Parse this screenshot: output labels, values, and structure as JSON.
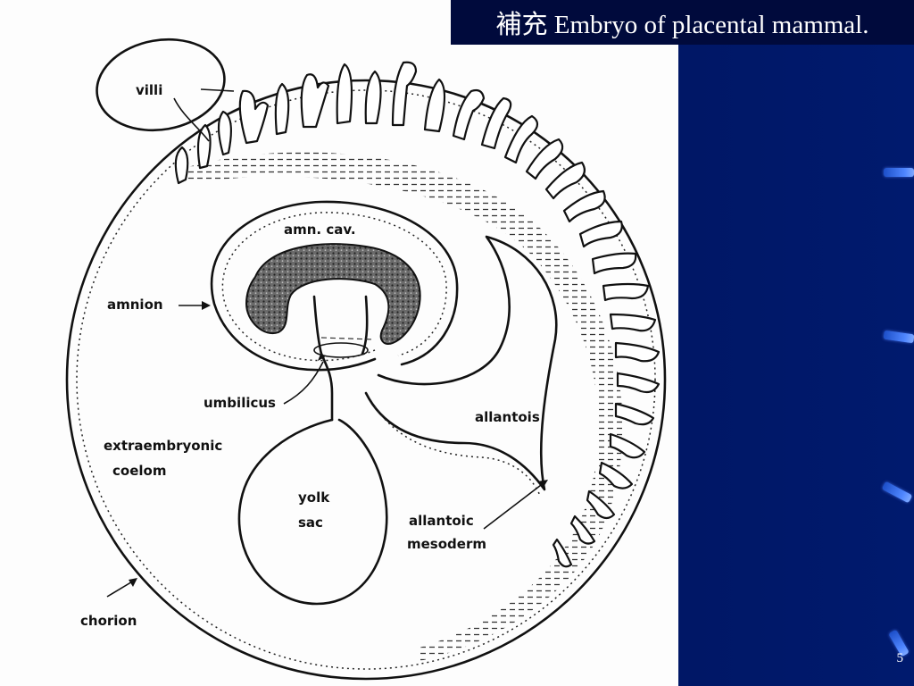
{
  "slide": {
    "title": "補充 Embryo of placental mammal.",
    "page_number": "5"
  },
  "diagram": {
    "labels": {
      "villi": "villi",
      "amn_cav": "amn. cav.",
      "amnion": "amnion",
      "umbilicus": "umbilicus",
      "allantois": "allantois",
      "extraembryonic": "extraembryonic",
      "coelom": "coelom",
      "yolk": "yolk",
      "sac": "sac",
      "allantoic": "allantoic",
      "mesoderm": "mesoderm",
      "chorion": "chorion"
    }
  },
  "colors": {
    "background": "#00135c",
    "title_box": "#000a3c",
    "accent": "#3a6cf0"
  }
}
